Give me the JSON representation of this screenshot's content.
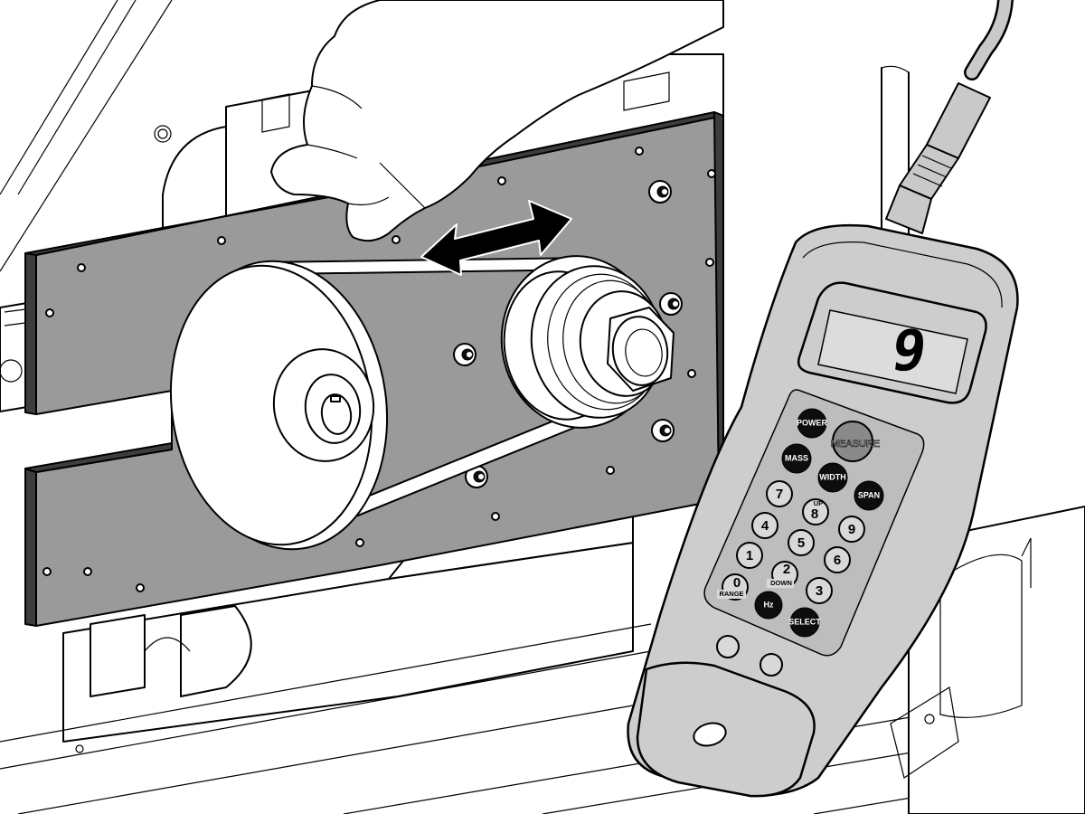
{
  "remote": {
    "display_value": "9",
    "keys": {
      "power": "POWER",
      "measure": "MEASURE",
      "mass": "MASS",
      "width": "WIDTH",
      "span": "SPAN",
      "k7": "7",
      "k8": "8",
      "k8_sub": "UP",
      "k9": "9",
      "k4": "4",
      "k5": "5",
      "k6": "6",
      "k1": "1",
      "k2": "2",
      "k2_sub": "DOWN",
      "k3": "3",
      "k0": "0",
      "k0_sub": "RANGE",
      "hz": "Hz",
      "select": "SELECT"
    }
  },
  "colors": {
    "plate": "#9a9a9a",
    "remote_body": "#cdcdcd",
    "key_dark": "#0d0d0d"
  },
  "icons": {
    "adjust_arrow": "double-headed-arrow-icon",
    "hand": "hand-illustration"
  }
}
